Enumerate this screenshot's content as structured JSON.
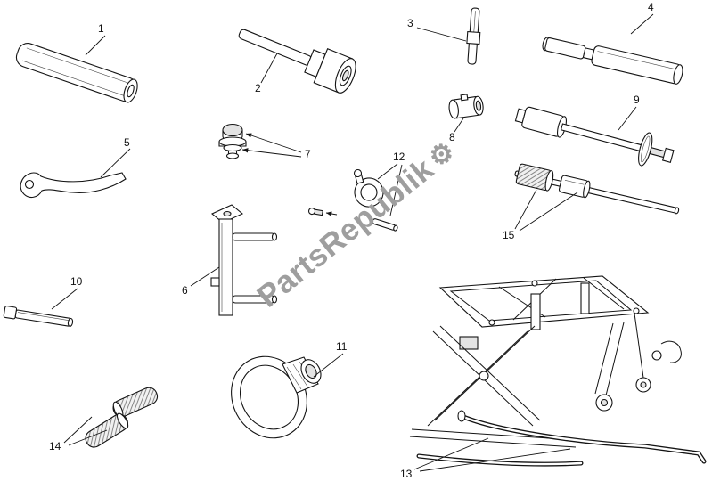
{
  "page": {
    "background": "#ffffff",
    "line_color": "#141414"
  },
  "watermark": {
    "text": "PartsRepublik",
    "icon": "⚙",
    "color": "#9e9e9e"
  },
  "labels": [
    "1",
    "2",
    "3",
    "4",
    "5",
    "6",
    "7",
    "8",
    "9",
    "10",
    "11",
    "12",
    "13",
    "14",
    "15"
  ]
}
